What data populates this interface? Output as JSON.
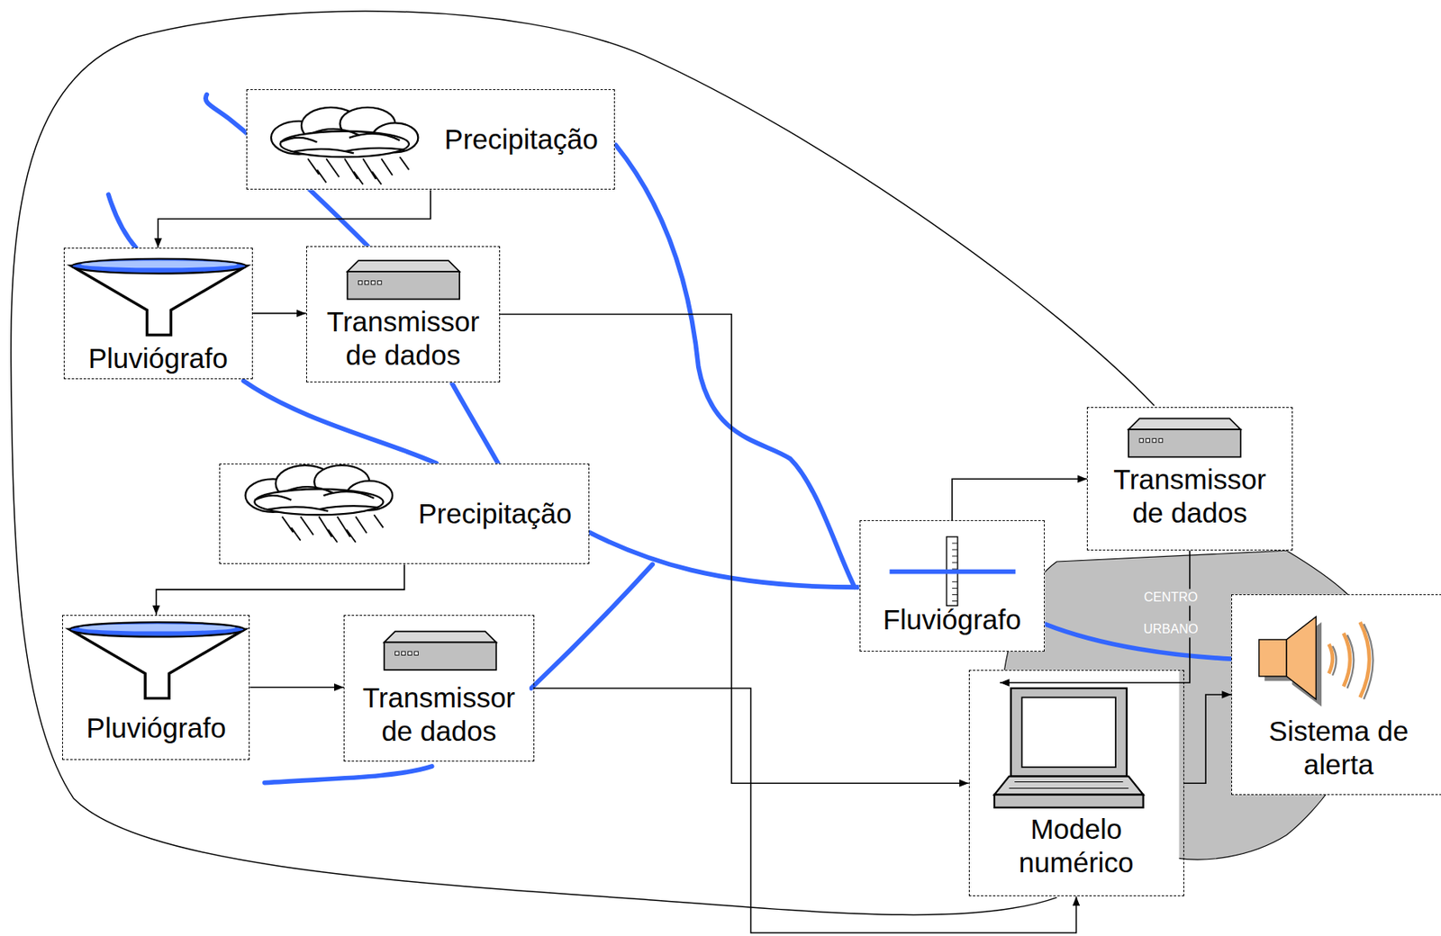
{
  "diagram": {
    "nodes": [
      {
        "text": [
          "Precipitação"
        ]
      },
      {
        "text": [
          "Pluviógrafo"
        ]
      },
      {
        "text": [
          "Transmissor de dados"
        ]
      },
      {
        "text": [
          "Precipitação"
        ]
      },
      {
        "text": [
          "Pluviógrafo"
        ]
      },
      {
        "text": [
          "Transmissor de dados"
        ]
      },
      {
        "text": [
          "Fluviógrafo"
        ]
      },
      {
        "text": [
          "Transmissor de dados"
        ]
      },
      {
        "text": [
          "Modelo numérico"
        ]
      },
      {
        "text": [
          "Sistema de alerta"
        ]
      }
    ],
    "edges": [
      {
        "from": 0,
        "to": 1,
        "arrow": "to"
      },
      {
        "from": 1,
        "to": 2,
        "arrow": "to"
      },
      {
        "from": 3,
        "to": 4,
        "arrow": "to"
      },
      {
        "from": 4,
        "to": 5,
        "arrow": "to"
      },
      {
        "from": 2,
        "to": 8,
        "arrow": "to"
      },
      {
        "from": 5,
        "to": 8,
        "arrow": "to"
      },
      {
        "from": 6,
        "to": 7,
        "arrow": "to"
      },
      {
        "from": 7,
        "to": 8,
        "arrow": "to"
      },
      {
        "from": 8,
        "to": 9,
        "arrow": "to"
      }
    ],
    "labels": [
      "CENTRO",
      "URBANO"
    ]
  }
}
